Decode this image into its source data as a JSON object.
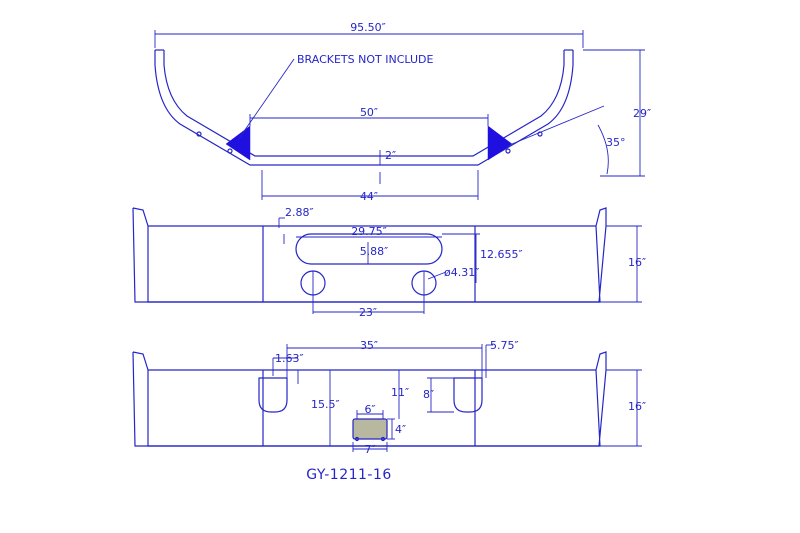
{
  "top_view": {
    "overall_width": "95.50″",
    "brackets_note": "BRACKETS NOT INCLUDE",
    "center_span": "50″",
    "center_drop": "2″",
    "bottom_span": "44″",
    "height": "29″",
    "angle": "35°"
  },
  "front_view": {
    "slot_offset": "2.88″",
    "slot_width": "29.75″",
    "slot_height": "5.88″",
    "hole_diameter": "ø4.31″",
    "slot_to_hole": "12.655″",
    "hole_spacing": "23″",
    "height": "16″"
  },
  "rear_view": {
    "span": "35″",
    "left_offset": "1.63″",
    "right_offset": "5.75″",
    "drop": "11″",
    "notch_height": "8″",
    "overall_drop": "15.5″",
    "plate_width": "6″",
    "plate_height": "4″",
    "plate_outer": "7″",
    "height": "16″"
  },
  "part_number": "GY-1211-16",
  "colors": {
    "line": "#2626c8",
    "bracket": "#1f10e0"
  }
}
